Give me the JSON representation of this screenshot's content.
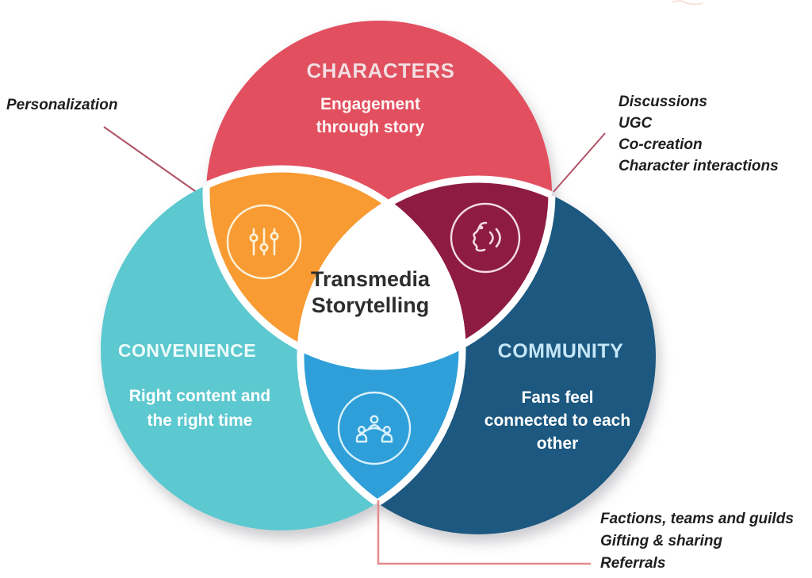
{
  "diagram": {
    "type": "venn-3",
    "center_label": "Transmedia\nStorytelling"
  },
  "circles": [
    {
      "id": "characters",
      "title": "CHARACTERS",
      "subtitle": "Engagement\nthrough story",
      "color": "#e2505f",
      "title_color": "#f8dee2"
    },
    {
      "id": "convenience",
      "title": "CONVENIENCE",
      "subtitle": "Right content and\nthe right time",
      "color": "#5bc8cf",
      "title_color": "#eefbfb"
    },
    {
      "id": "community",
      "title": "COMMUNITY",
      "subtitle": "Fans feel\nconnected to each\nother",
      "color": "#1a5880",
      "title_color": "#c5e6f7"
    }
  ],
  "intersections": [
    {
      "id": "characters-convenience",
      "icon": "sliders-icon",
      "color": "#f89b31"
    },
    {
      "id": "characters-community",
      "icon": "talking-face-icon",
      "color": "#8e1a43"
    },
    {
      "id": "convenience-community",
      "icon": "people-network-icon",
      "color": "#2d9fd8"
    }
  ],
  "annotations": {
    "left": {
      "text": "Personalization"
    },
    "right": {
      "text": "Discussions\nUGC\nCo-creation\nCharacter interactions"
    },
    "bottom": {
      "text": "Factions, teams and guilds\nGifting & sharing\nReferrals"
    }
  },
  "colors": {
    "connector_upper": "#b25266",
    "connector_lower": "#e68a8a",
    "gap": "#ffffff",
    "center_fill": "#ffffff"
  }
}
